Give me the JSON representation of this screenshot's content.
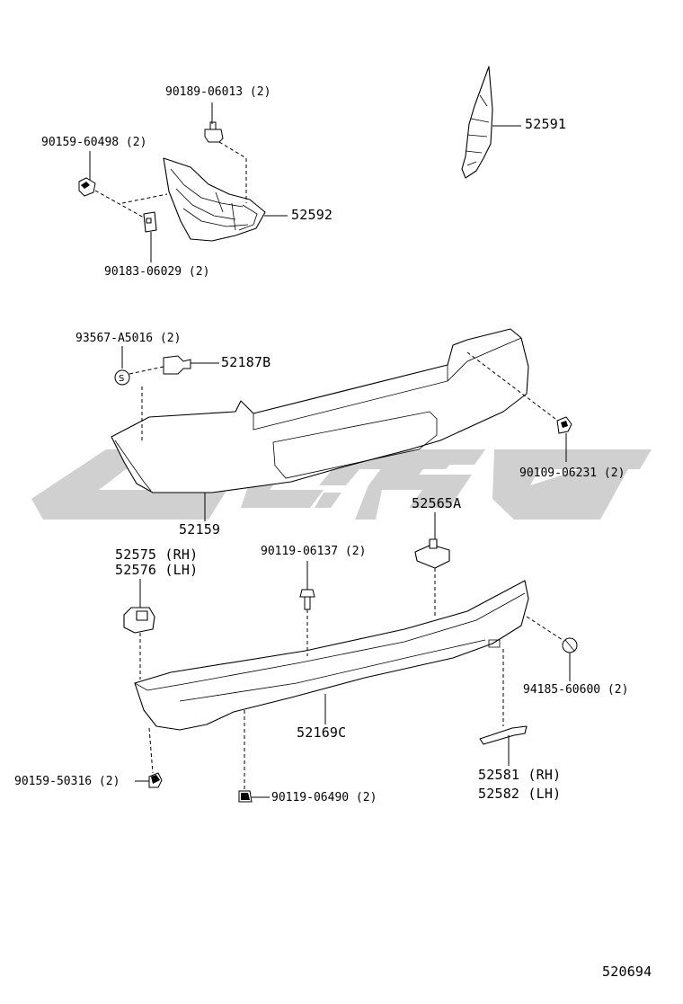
{
  "drawing_number": "520694",
  "watermark_color": "#c8c8c8",
  "parts": [
    {
      "id": "p1",
      "label": "90189-06013 (2)"
    },
    {
      "id": "p2",
      "label": "90159-60498 (2)"
    },
    {
      "id": "p3",
      "label": "52592"
    },
    {
      "id": "p4",
      "label": "90183-06029 (2)"
    },
    {
      "id": "p5",
      "label": "52591"
    },
    {
      "id": "p6",
      "label": "93567-A5016 (2)"
    },
    {
      "id": "p7",
      "label": "52187B"
    },
    {
      "id": "p8",
      "label": "90109-06231 (2)"
    },
    {
      "id": "p9",
      "label": "52159"
    },
    {
      "id": "p10",
      "label": "52565A"
    },
    {
      "id": "p11",
      "label": "52575 (RH)"
    },
    {
      "id": "p12",
      "label": "52576 (LH)"
    },
    {
      "id": "p13",
      "label": "90119-06137 (2)"
    },
    {
      "id": "p14",
      "label": "94185-60600 (2)"
    },
    {
      "id": "p15",
      "label": "52169C"
    },
    {
      "id": "p16",
      "label": "52581 (RH)"
    },
    {
      "id": "p17",
      "label": "52582 (LH)"
    },
    {
      "id": "p18",
      "label": "90159-50316 (2)"
    },
    {
      "id": "p19",
      "label": "90119-06490 (2)"
    }
  ]
}
